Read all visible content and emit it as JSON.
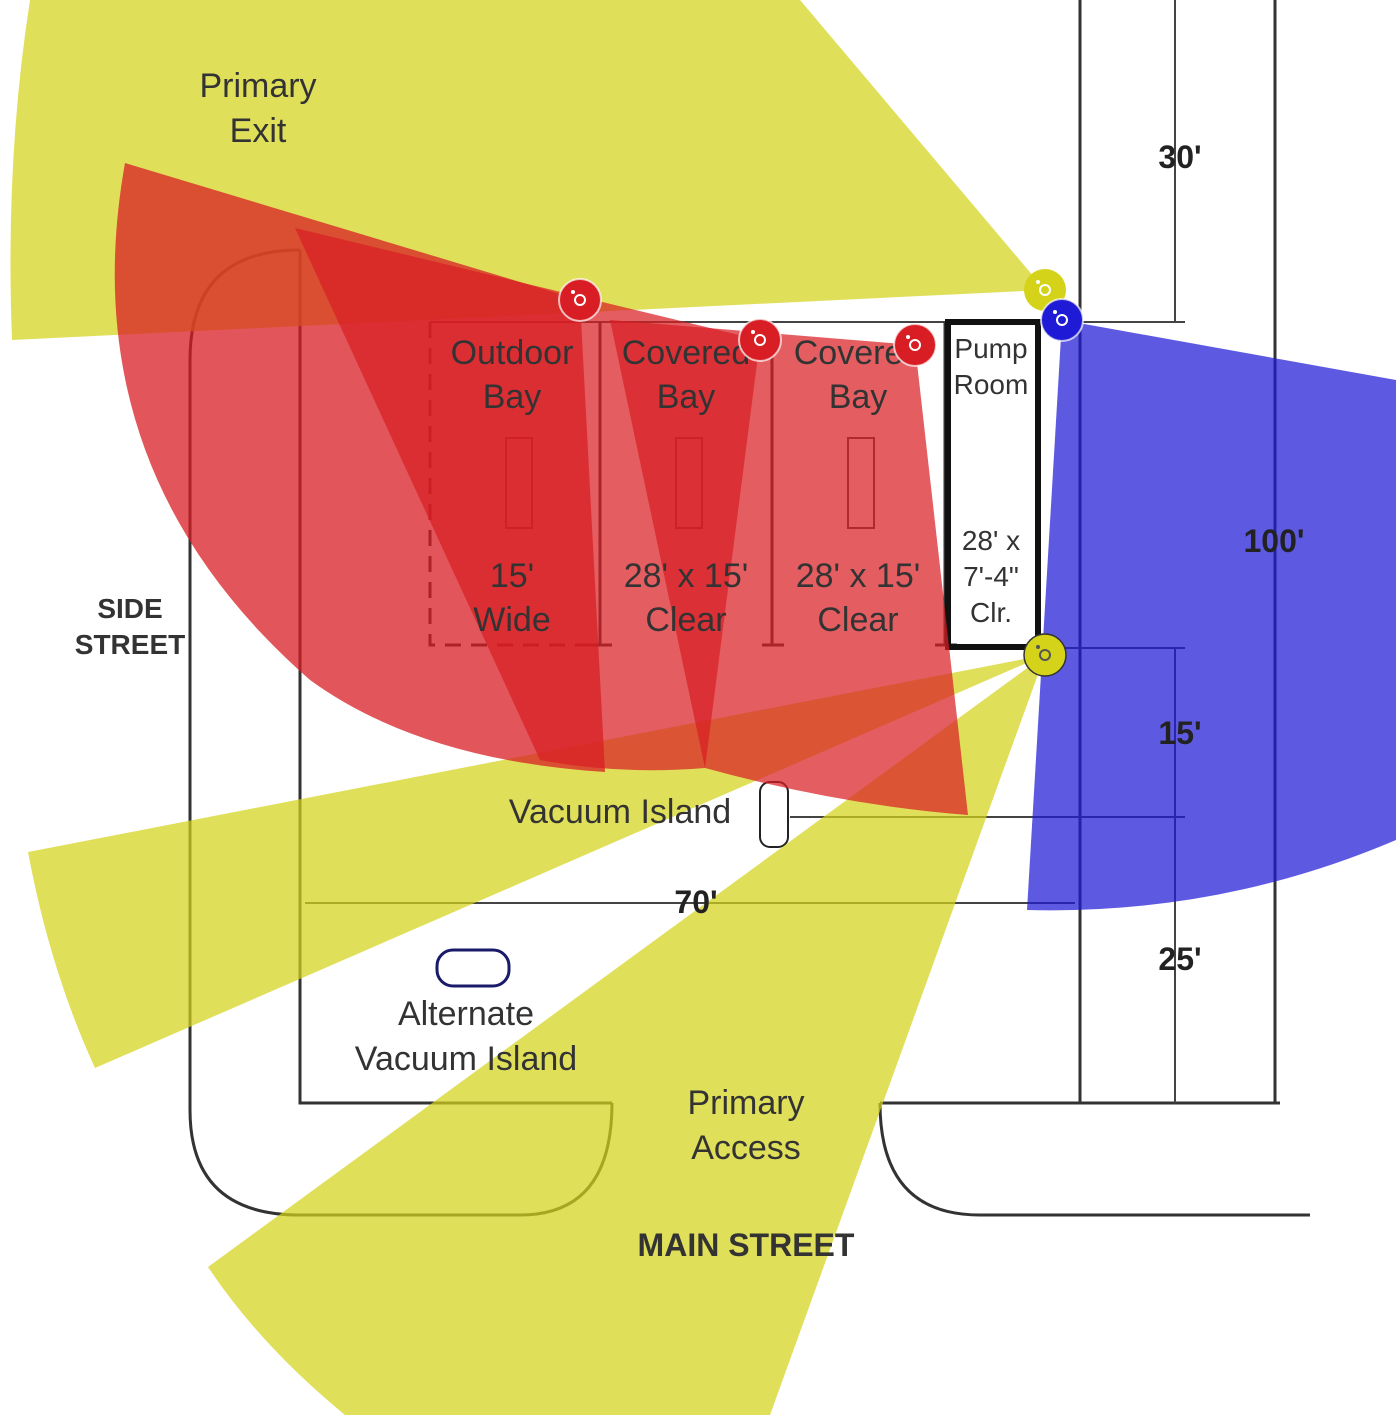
{
  "labels": {
    "primary_exit": [
      "Primary",
      "Exit"
    ],
    "side_street": [
      "SIDE",
      "STREET"
    ],
    "main_street": "MAIN STREET",
    "primary_access": [
      "Primary",
      "Access"
    ],
    "vacuum_island": "Vacuum Island",
    "alternate_vacuum_island": [
      "Alternate",
      "Vacuum Island"
    ]
  },
  "bays": [
    {
      "name": [
        "Outdoor",
        "Bay"
      ],
      "size": [
        "15'",
        "Wide"
      ]
    },
    {
      "name": [
        "Covered",
        "Bay"
      ],
      "size": [
        "28' x 15'",
        "Clear"
      ]
    },
    {
      "name": [
        "Covered",
        "Bay"
      ],
      "size": [
        "28' x 15'",
        "Clear"
      ]
    }
  ],
  "pump_room": {
    "name": [
      "Pump",
      "Room"
    ],
    "size": [
      "28' x",
      "7'-4\"",
      "Clr."
    ]
  },
  "dimensions": {
    "top": "30'",
    "depth": "100'",
    "apron": "15'",
    "front": "25'",
    "width": "70'"
  },
  "colors": {
    "yellow": "#d4d31a",
    "red": "#d81e24",
    "blue": "#1e1ad6"
  },
  "markers": [
    {
      "name": "camera-marker-red-1",
      "color": "red"
    },
    {
      "name": "camera-marker-red-2",
      "color": "red"
    },
    {
      "name": "camera-marker-red-3",
      "color": "red"
    },
    {
      "name": "camera-marker-yellow-top",
      "color": "yellow"
    },
    {
      "name": "camera-marker-yellow-bottom",
      "color": "yellow"
    },
    {
      "name": "camera-marker-blue",
      "color": "blue"
    }
  ]
}
